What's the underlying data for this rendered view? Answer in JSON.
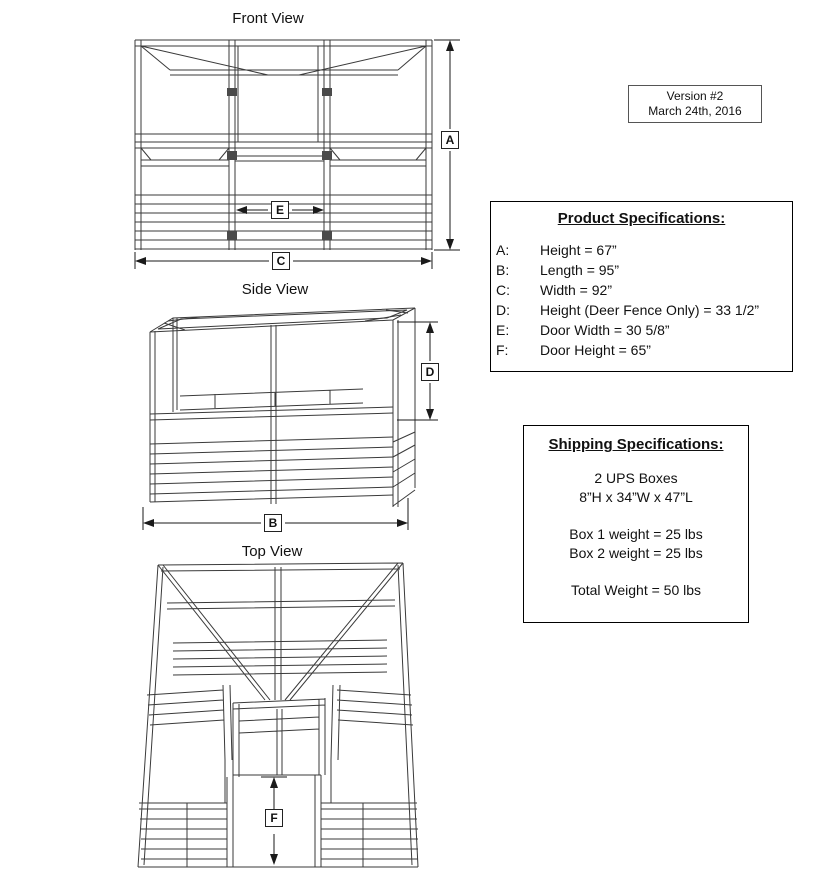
{
  "page": {
    "background": "#ffffff",
    "line_color": "#3a3a3a"
  },
  "views": {
    "front": {
      "title": "Front View"
    },
    "side": {
      "title": "Side View"
    },
    "top": {
      "title": "Top View"
    }
  },
  "dim_labels": {
    "A": "A",
    "B": "B",
    "C": "C",
    "D": "D",
    "E": "E",
    "F": "F"
  },
  "version_box": {
    "line1": "Version #2",
    "line2": "March 24th, 2016"
  },
  "product_specs": {
    "title": "Product Specifications:",
    "rows": [
      {
        "key": "A:",
        "value": "Height = 67”"
      },
      {
        "key": "B:",
        "value": "Length = 95”"
      },
      {
        "key": "C:",
        "value": "Width = 92”"
      },
      {
        "key": "D:",
        "value": "Height (Deer Fence Only) = 33 1/2”"
      },
      {
        "key": "E:",
        "value": "Door Width = 30 5/8”"
      },
      {
        "key": "F:",
        "value": "Door Height = 65”"
      }
    ]
  },
  "shipping_specs": {
    "title": "Shipping Specifications:",
    "boxes_count": "2 UPS Boxes",
    "box_dimensions": "8”H x 34”W x 47”L",
    "box1_weight": "Box 1 weight = 25 lbs",
    "box2_weight": "Box 2 weight = 25 lbs",
    "total_weight": "Total Weight = 50 lbs"
  }
}
